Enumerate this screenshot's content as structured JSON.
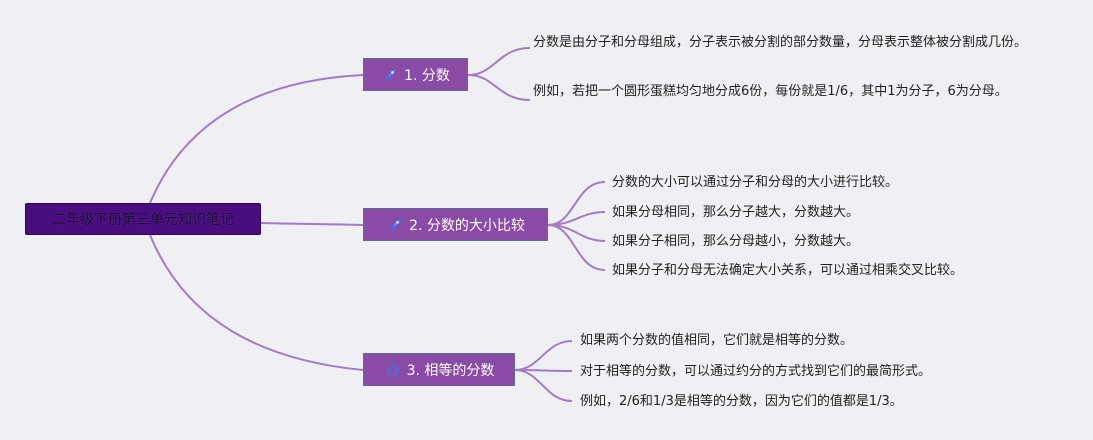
{
  "root": {
    "label": "二年级下册第三单元知识笔记"
  },
  "topics": [
    {
      "label": "1. 分数",
      "icon": "rocket-icon",
      "children": [
        "分数是由分子和分母组成，分子表示被分割的部分数量，分母表示整体被分割成几份。",
        "例如，若把一个圆形蛋糕均匀地分成6份，每份就是1/6，其中1为分子，6为分母。"
      ]
    },
    {
      "label": "2. 分数的大小比较",
      "icon": "rocket-icon",
      "children": [
        "分数的大小可以通过分子和分母的大小进行比较。",
        "如果分母相同，那么分子越大，分数越大。",
        "如果分子相同，那么分母越小，分数越大。",
        "如果分子和分母无法确定大小关系，可以通过相乘交叉比较。"
      ]
    },
    {
      "label": "3. 相等的分数",
      "icon": "star-icon",
      "children": [
        "如果两个分数的值相同，它们就是相等的分数。",
        "对于相等的分数，可以通过约分的方式找到它们的最简形式。",
        "例如，2/6和1/3是相等的分数，因为它们的值都是1/3。"
      ]
    }
  ],
  "colors": {
    "background": "#f0eff3",
    "root_fill": "#4a0d80",
    "topic_fill": "#8a4ba6",
    "topic_border": "#5a6f8f",
    "connector": "#a27cc4",
    "icon": "#4f6ad6"
  }
}
